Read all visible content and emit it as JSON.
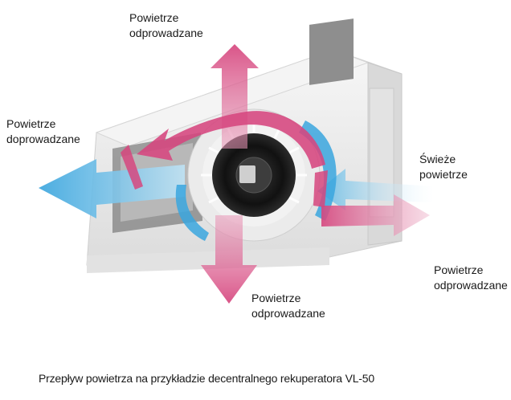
{
  "labels": {
    "top_exhaust": {
      "line1": "Powietrze",
      "line2": "odprowadzane"
    },
    "left_supply": {
      "line1": "Powietrze",
      "line2": "doprowadzane"
    },
    "fresh_air": {
      "line1": "Świeże",
      "line2": "powietrze"
    },
    "bottom_exhaust": {
      "line1": "Powietrze",
      "line2": "odprowadzane"
    },
    "right_exhaust": {
      "line1": "Powietrze",
      "line2": "odprowadzane"
    }
  },
  "caption": "Przepływ powietrza na przykładzie decentralnego rekuperatora VL-50",
  "colors": {
    "exhaust_arrow": "#d6467e",
    "supply_arrow": "#3aa6de",
    "device_body": "#eeeeee",
    "text": "#1a1a1a"
  }
}
